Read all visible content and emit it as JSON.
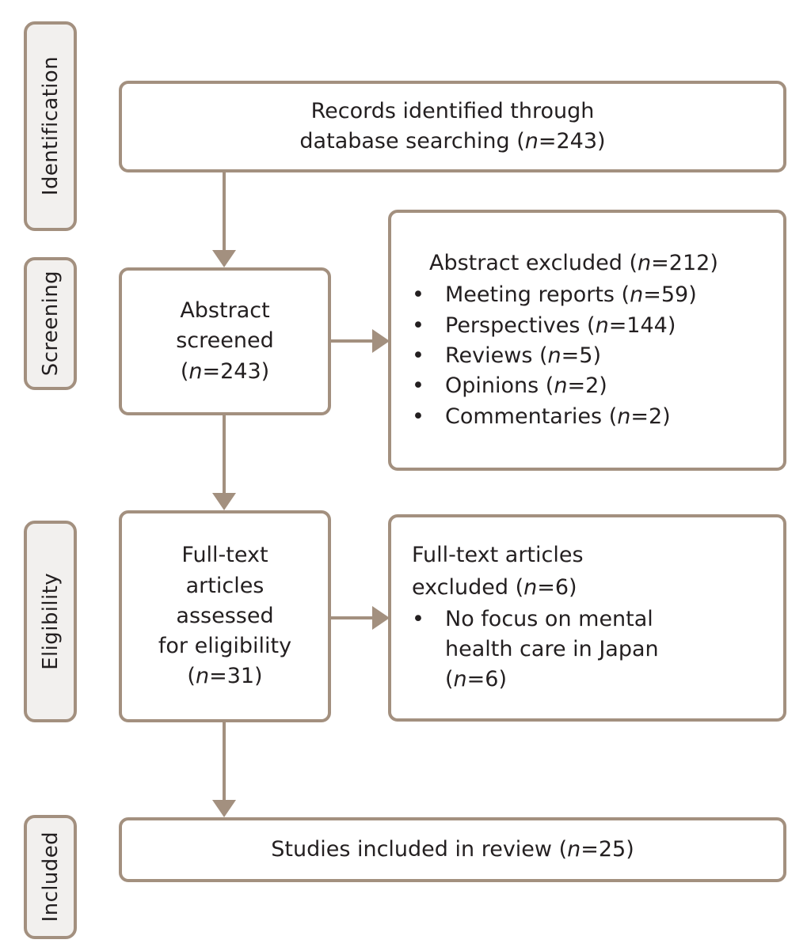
{
  "colors": {
    "border": "#a3907f",
    "stage_fill": "#f2f0ee",
    "text": "#231f20",
    "connector": "#a3907f",
    "page_background": "#ffffff"
  },
  "diagram": {
    "type": "prisma-flow-diagram",
    "stages": [
      {
        "id": "identification",
        "label": "Identification"
      },
      {
        "id": "screening",
        "label": "Screening"
      },
      {
        "id": "eligibility",
        "label": "Eligibility"
      },
      {
        "id": "included",
        "label": "Included"
      }
    ],
    "boxes": {
      "records_identified": {
        "line1": "Records identified through",
        "line2_pre": "database searching (",
        "line2_n": "n",
        "line2_post": "=243)",
        "count": 243
      },
      "abstract_screened": {
        "line1": "Abstract",
        "line2": "screened",
        "line3_pre": "(",
        "line3_n": "n",
        "line3_post": "=243)",
        "count": 243
      },
      "abstract_excluded": {
        "header_pre": "Abstract excluded (",
        "header_n": "n",
        "header_post": "=212)",
        "count": 212,
        "bullet_glyph": "•",
        "items": [
          {
            "label_pre": "Meeting reports (",
            "label_n": "n",
            "label_post": "=59)",
            "count": 59
          },
          {
            "label_pre": "Perspectives (",
            "label_n": "n",
            "label_post": "=144)",
            "count": 144
          },
          {
            "label_pre": "Reviews (",
            "label_n": "n",
            "label_post": "=5)",
            "count": 5
          },
          {
            "label_pre": "Opinions (",
            "label_n": "n",
            "label_post": "=2)",
            "count": 2
          },
          {
            "label_pre": "Commentaries (",
            "label_n": "n",
            "label_post": "=2)",
            "count": 2
          }
        ]
      },
      "fulltext_assessed": {
        "line1": "Full-text",
        "line2": "articles",
        "line3": "assessed",
        "line4": "for eligibility",
        "line5_pre": "(",
        "line5_n": "n",
        "line5_post": "=31)",
        "count": 31
      },
      "fulltext_excluded": {
        "header_line1": "Full-text articles",
        "header_line2_pre": "excluded (",
        "header_line2_n": "n",
        "header_line2_post": "=6)",
        "count": 6,
        "bullet_glyph": "•",
        "items": [
          {
            "line1": "No focus on mental",
            "line2": "health care in Japan",
            "line3_pre": "(",
            "line3_n": "n",
            "line3_post": "=6)",
            "count": 6
          }
        ]
      },
      "studies_included": {
        "text_pre": "Studies included in review (",
        "text_n": "n",
        "text_post": "=25)",
        "count": 25
      }
    }
  }
}
